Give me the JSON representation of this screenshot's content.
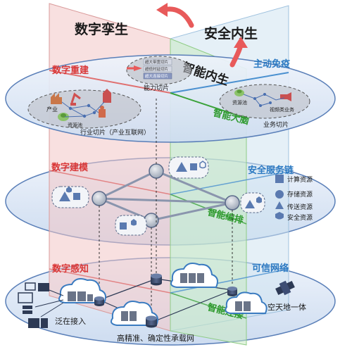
{
  "planes": {
    "twin_title": "数字孪生",
    "security_title": "安全内生",
    "intelligence_title": "智能内生"
  },
  "layers": {
    "top": {
      "left_label": "数字重建",
      "right_label": "主动免疫",
      "vertical_label": "智能大脑",
      "left_cluster_caption": "行业切片（产业互联网）",
      "left_industry_label": "产业",
      "left_resource_label": "资源池",
      "right_resource_label": "资源池",
      "right_video_label": "视频类业务",
      "right_caption": "业务切片",
      "center_rows": [
        "超大带宽切片",
        "超低时延切片",
        "超大连接切片"
      ],
      "center_caption": "能力切片"
    },
    "middle": {
      "left_label": "数字建模",
      "right_label": "安全服务链",
      "vertical_label": "智能编排",
      "resources": [
        "计算资源",
        "存储资源",
        "传送资源",
        "安全资源"
      ]
    },
    "bottom": {
      "left_label": "数字感知",
      "right_label": "可信网络",
      "vertical_label": "智能连接",
      "access_label": "泛在接入",
      "space_label": "空天地一体",
      "network_caption": "高精准、确定性承载网"
    }
  },
  "colors": {
    "twin_plane": "#f3c6c6",
    "intelligence_plane": "#c9e9c3",
    "security_plane": "#cfe3f1",
    "accent_red": "#e05050",
    "accent_blue": "#2b79c2",
    "accent_green": "#3aa23a",
    "ellipse_fill": "#dfe9f6",
    "ellipse_stroke": "#5a7fb8"
  }
}
